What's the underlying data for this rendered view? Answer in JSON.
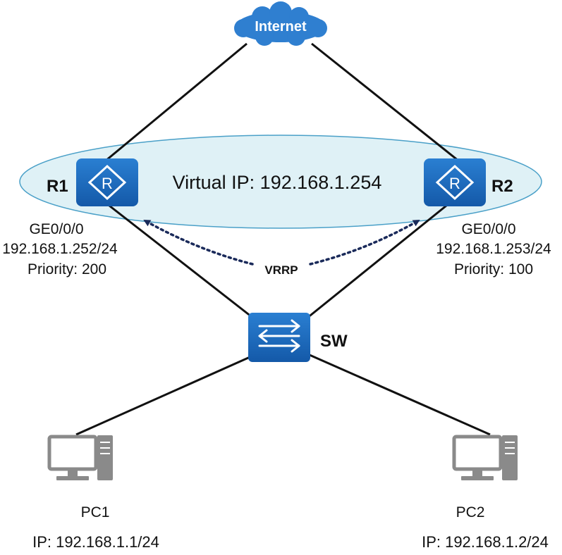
{
  "internet": {
    "label": "Internet"
  },
  "vrrp_group": {
    "virtual_ip_label": "Virtual IP: 192.168.1.254"
  },
  "vrrp_link": {
    "label": "VRRP"
  },
  "r1": {
    "name": "R1",
    "icon_letter": "R",
    "interface": "GE0/0/0",
    "ip": "192.168.1.252/24",
    "priority": "Priority: 200"
  },
  "r2": {
    "name": "R2",
    "icon_letter": "R",
    "interface": "GE0/0/0",
    "ip": "192.168.1.253/24",
    "priority": "Priority: 100"
  },
  "sw": {
    "name": "SW"
  },
  "pc1": {
    "name": "PC1",
    "ip": "IP: 192.168.1.1/24"
  },
  "pc2": {
    "name": "PC2",
    "ip": "IP: 192.168.1.2/24"
  },
  "colors": {
    "device_blue": "#1f6fc0",
    "cloud_blue": "#2f7fd0",
    "ellipse_fill": "#dff1f6",
    "ellipse_stroke": "#4aa0c8",
    "pc_gray": "#8a8a8a",
    "text": "#111111"
  }
}
